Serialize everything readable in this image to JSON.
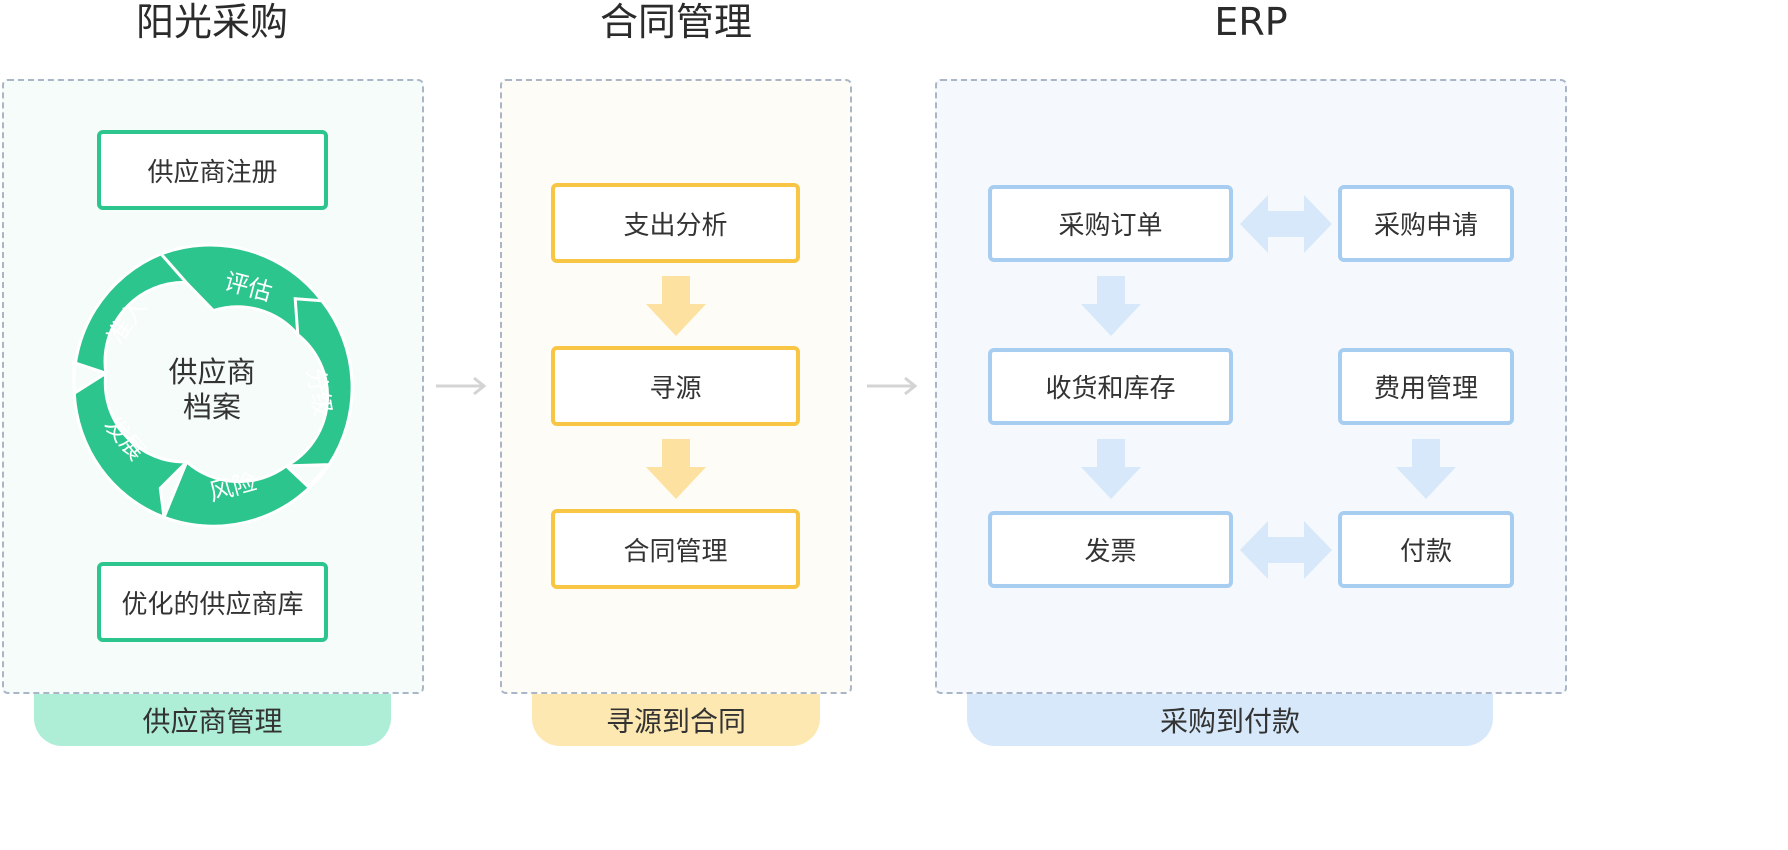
{
  "sections": [
    {
      "title": "阳光采购",
      "footer": "供应商管理",
      "top_box": "供应商注册",
      "bottom_box": "优化的供应商库",
      "cycle": {
        "center_line1": "供应商",
        "center_line2": "档案",
        "segments": [
          "评估",
          "分级",
          "风险",
          "发展",
          "准入"
        ]
      }
    },
    {
      "title": "合同管理",
      "footer": "寻源到合同",
      "steps": [
        "支出分析",
        "寻源",
        "合同管理"
      ]
    },
    {
      "title": "ERP",
      "footer": "采购到付款",
      "nodes": {
        "purchase_order": "采购订单",
        "purchase_request": "采购申请",
        "receiving_inventory": "收货和库存",
        "expense_management": "费用管理",
        "invoice": "发票",
        "payment": "付款"
      }
    }
  ],
  "colors": {
    "green": "#2cc58e",
    "yellow": "#f8c544",
    "blue": "#a7cdf0",
    "gray_arrow": "#d4d4d4"
  },
  "icons": [
    "arrow-right-icon",
    "arrow-down-icon",
    "double-arrow-icon"
  ]
}
